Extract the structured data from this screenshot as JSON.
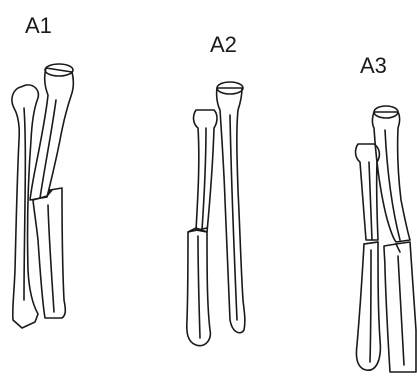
{
  "panels": [
    {
      "id": "a1",
      "label": "A1"
    },
    {
      "id": "a2",
      "label": "A2"
    },
    {
      "id": "a3",
      "label": "A3"
    }
  ],
  "colors": {
    "ink": "#1a1a1a",
    "background": "#ffffff"
  }
}
